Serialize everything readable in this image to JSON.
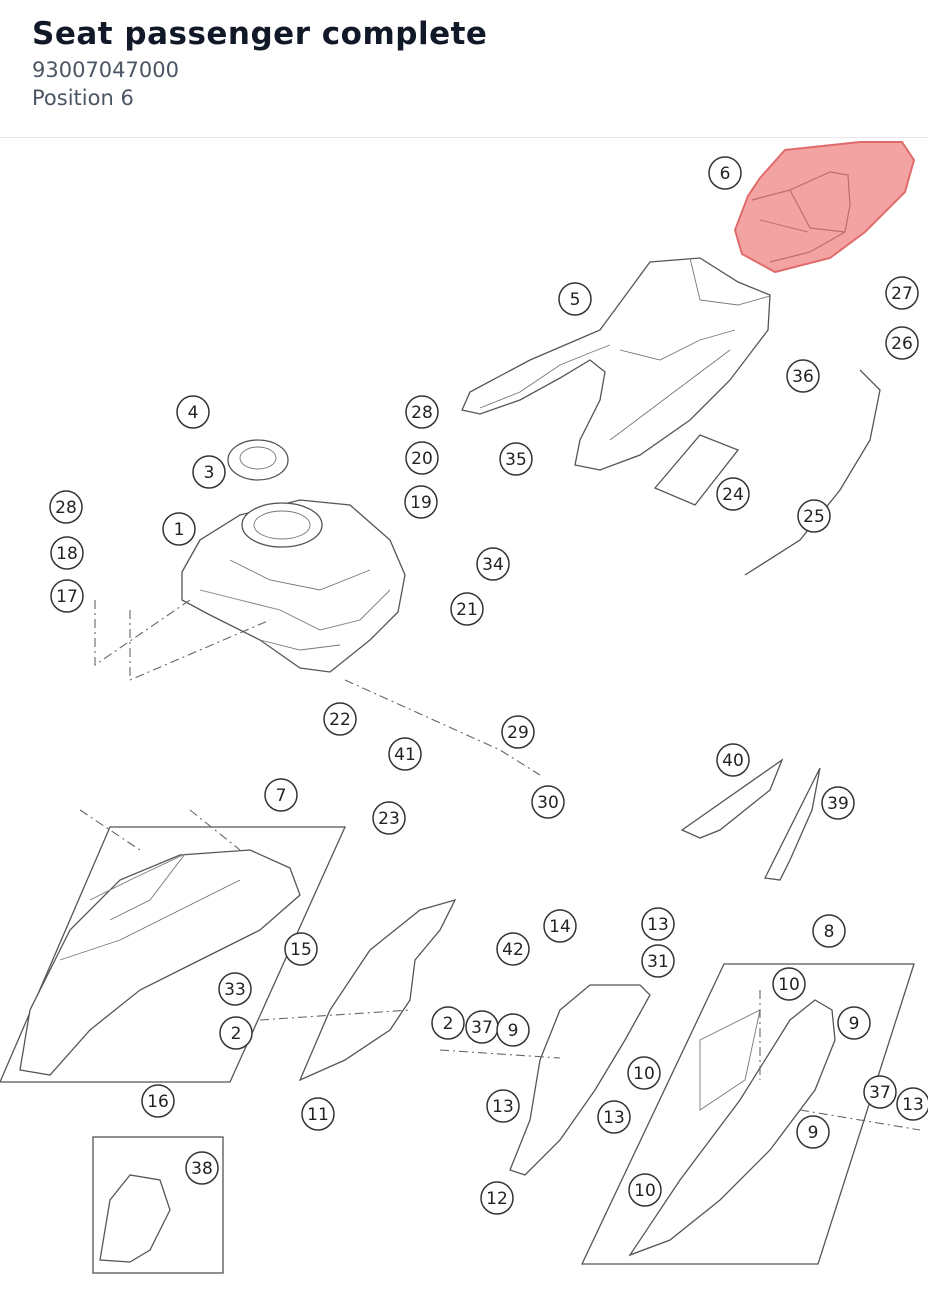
{
  "header": {
    "title": "Seat passenger complete",
    "part_number": "93007047000",
    "position": "Position 6"
  },
  "colors": {
    "highlight": "#f4a3a3",
    "highlight_stroke": "#e06b6b"
  },
  "callouts": [
    "6",
    "5",
    "27",
    "26",
    "36",
    "4",
    "28",
    "20",
    "3",
    "35",
    "19",
    "24",
    "25",
    "28",
    "18",
    "1",
    "34",
    "17",
    "21",
    "22",
    "29",
    "41",
    "40",
    "30",
    "23",
    "39",
    "7",
    "15",
    "14",
    "13",
    "8",
    "42",
    "31",
    "10",
    "33",
    "9",
    "2",
    "2",
    "37",
    "9",
    "10",
    "11",
    "13",
    "37",
    "13",
    "16",
    "13",
    "9",
    "38",
    "10",
    "12"
  ]
}
